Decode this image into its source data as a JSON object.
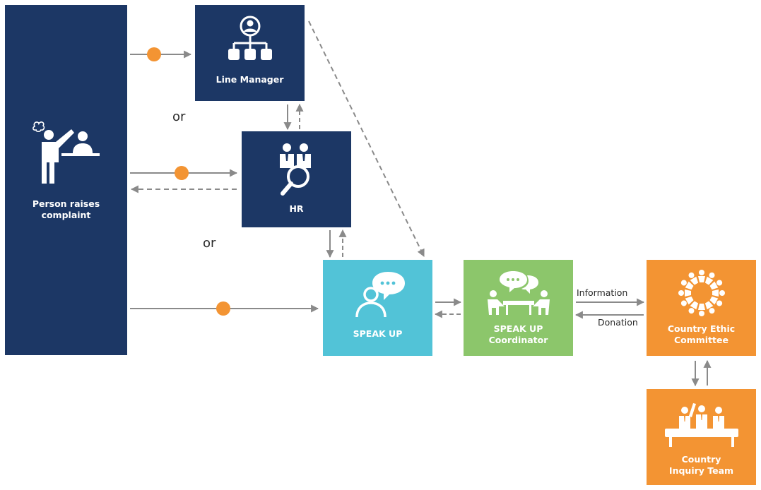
{
  "nodes": {
    "person": {
      "label": "Person raises\ncomplaint"
    },
    "line_manager": {
      "label": "Line Manager"
    },
    "hr": {
      "label": "HR"
    },
    "speak_up": {
      "label": "SPEAK UP"
    },
    "coordinator": {
      "label": "SPEAK UP\nCoordinator"
    },
    "ethic_committee": {
      "label": "Country Ethic\nCommittee"
    },
    "inquiry_team": {
      "label": "Country\nInquiry Team"
    }
  },
  "connector_labels": {
    "or_1": "or",
    "or_2": "or",
    "information": "Information",
    "donation": "Donation"
  },
  "colors": {
    "navy": "#1c3765",
    "cyan": "#52c3d7",
    "green": "#8cc66b",
    "orange": "#f39433",
    "arrow": "#8a8a8a",
    "dot": "#f39433"
  },
  "icons": {
    "person": "person-complaint-icon",
    "line_manager": "org-chart-icon",
    "hr": "hr-search-icon",
    "speak_up": "speech-bubble-user-icon",
    "coordinator": "meeting-icon",
    "ethic_committee": "circle-of-people-icon",
    "inquiry_team": "panel-table-icon"
  }
}
